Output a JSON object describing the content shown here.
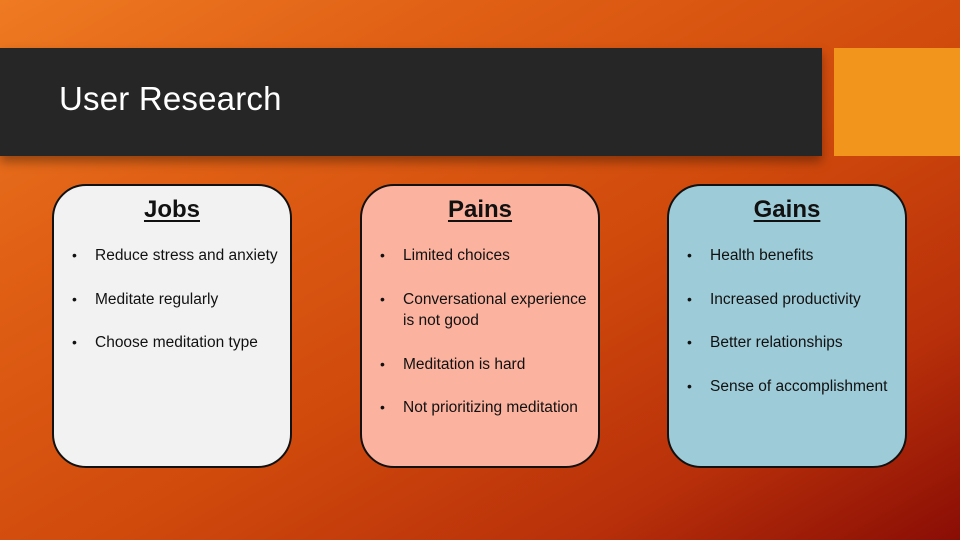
{
  "slide": {
    "title": "User Research",
    "colors": {
      "title_bar": "#262626",
      "accent": "#f1951d",
      "jobs_card": "#f2f2f2",
      "pains_card": "#fbb29f",
      "gains_card": "#9ecbd8"
    }
  },
  "cards": {
    "jobs": {
      "heading": "Jobs",
      "items": [
        "Reduce stress and anxiety",
        "Meditate regularly",
        "Choose meditation type"
      ]
    },
    "pains": {
      "heading": "Pains",
      "items": [
        "Limited choices",
        "Conversational experience is not good",
        "Meditation is hard",
        "Not prioritizing meditation"
      ]
    },
    "gains": {
      "heading": "Gains",
      "items": [
        "Health benefits",
        "Increased productivity",
        "Better relationships",
        "Sense of accomplishment"
      ]
    }
  },
  "bullet_glyph": "•"
}
